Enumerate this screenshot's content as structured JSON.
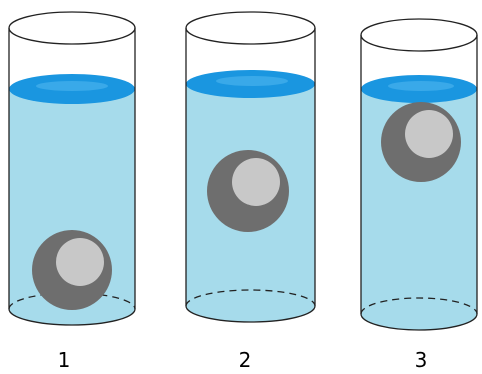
{
  "cylinders": [
    {
      "label": "1"
    },
    {
      "label": "2"
    },
    {
      "label": "3"
    }
  ],
  "colors": {
    "water": "#a6dbeb",
    "surface": "#1a96e0",
    "surface_highlight": "#4fb6ef",
    "outline": "#222222",
    "ball_outer": "#6e6e6e",
    "ball_inner": "#c8c8c8",
    "background": "#ffffff"
  }
}
